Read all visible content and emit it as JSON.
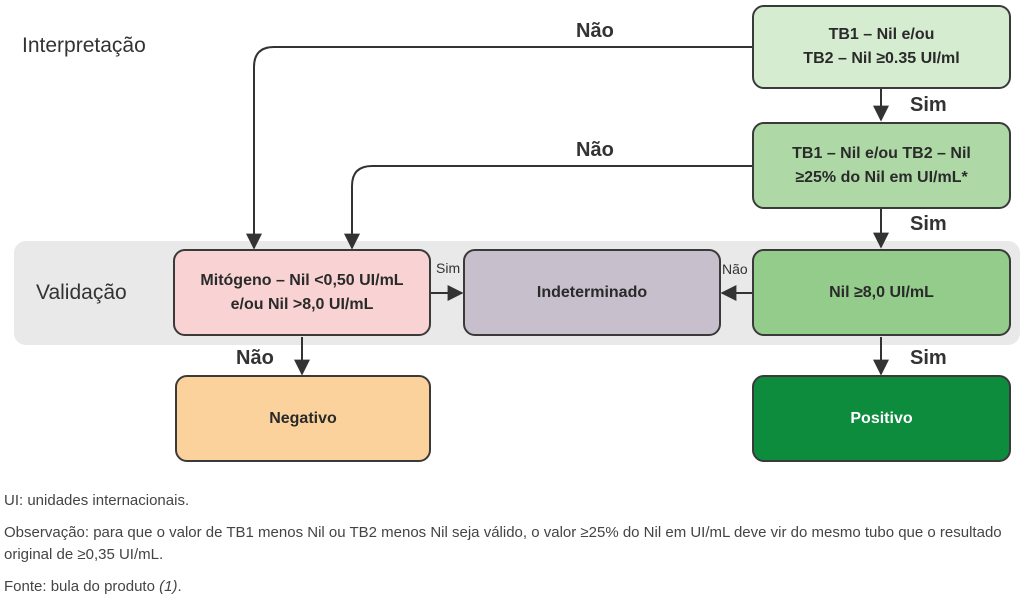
{
  "section_labels": {
    "interpretation": "Interpretação",
    "validation": "Validação"
  },
  "nodes": {
    "tb_035": {
      "lines": [
        "TB1 – Nil e/ou",
        "TB2 – Nil ≥0.35 UI/ml"
      ],
      "fill": "#d5ecd1"
    },
    "tb_25pct": {
      "lines": [
        "TB1 – Nil e/ou TB2 – Nil",
        "≥25% do Nil em UI/mL*"
      ],
      "fill": "#aed9a6"
    },
    "nil_8": {
      "lines": [
        "Nil ≥8,0 UI/mL"
      ],
      "fill": "#94cc8c"
    },
    "mitogen": {
      "lines": [
        "Mitógeno – Nil <0,50 UI/mL",
        "e/ou Nil >8,0 UI/mL"
      ],
      "fill": "#f9d3d3"
    },
    "indeterminate": {
      "lines": [
        "Indeterminado"
      ],
      "fill": "#c7bfcc"
    },
    "negative": {
      "lines": [
        "Negativo"
      ],
      "fill": "#fbd29b"
    },
    "positive": {
      "lines": [
        "Positivo"
      ],
      "fill": "#0d8c3e",
      "text_color": "#ffffff"
    }
  },
  "edge_labels": {
    "nao_top": "Não",
    "sim_1": "Sim",
    "nao_mid": "Não",
    "sim_2": "Sim",
    "sim_mito": "Sim",
    "nao_nil": "Não",
    "nao_neg": "Não",
    "sim_pos": "Sim"
  },
  "notes": {
    "ui": "UI: unidades internacionais.",
    "observation": "Observação: para que o valor de TB1 menos Nil ou TB2 menos Nil seja válido, o valor ≥25% do Nil em UI/mL deve vir do mesmo tubo que o resultado original de ≥0,35 UI/mL.",
    "source_prefix": "Fonte: bula do produto ",
    "source_ref": "(1)",
    "source_suffix": "."
  }
}
